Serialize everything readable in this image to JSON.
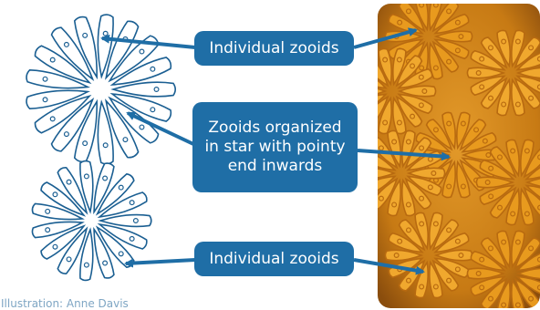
{
  "labels": {
    "top": "Individual zooids",
    "middle": "Zooids organized in star with pointy end inwards",
    "bottom": "Individual zooids"
  },
  "credit": "Illustration: Anne Davis",
  "colors": {
    "label_bg": "#1f6ea6",
    "line_art": "#1b5f92",
    "photo_orange": "#e89a1e"
  }
}
